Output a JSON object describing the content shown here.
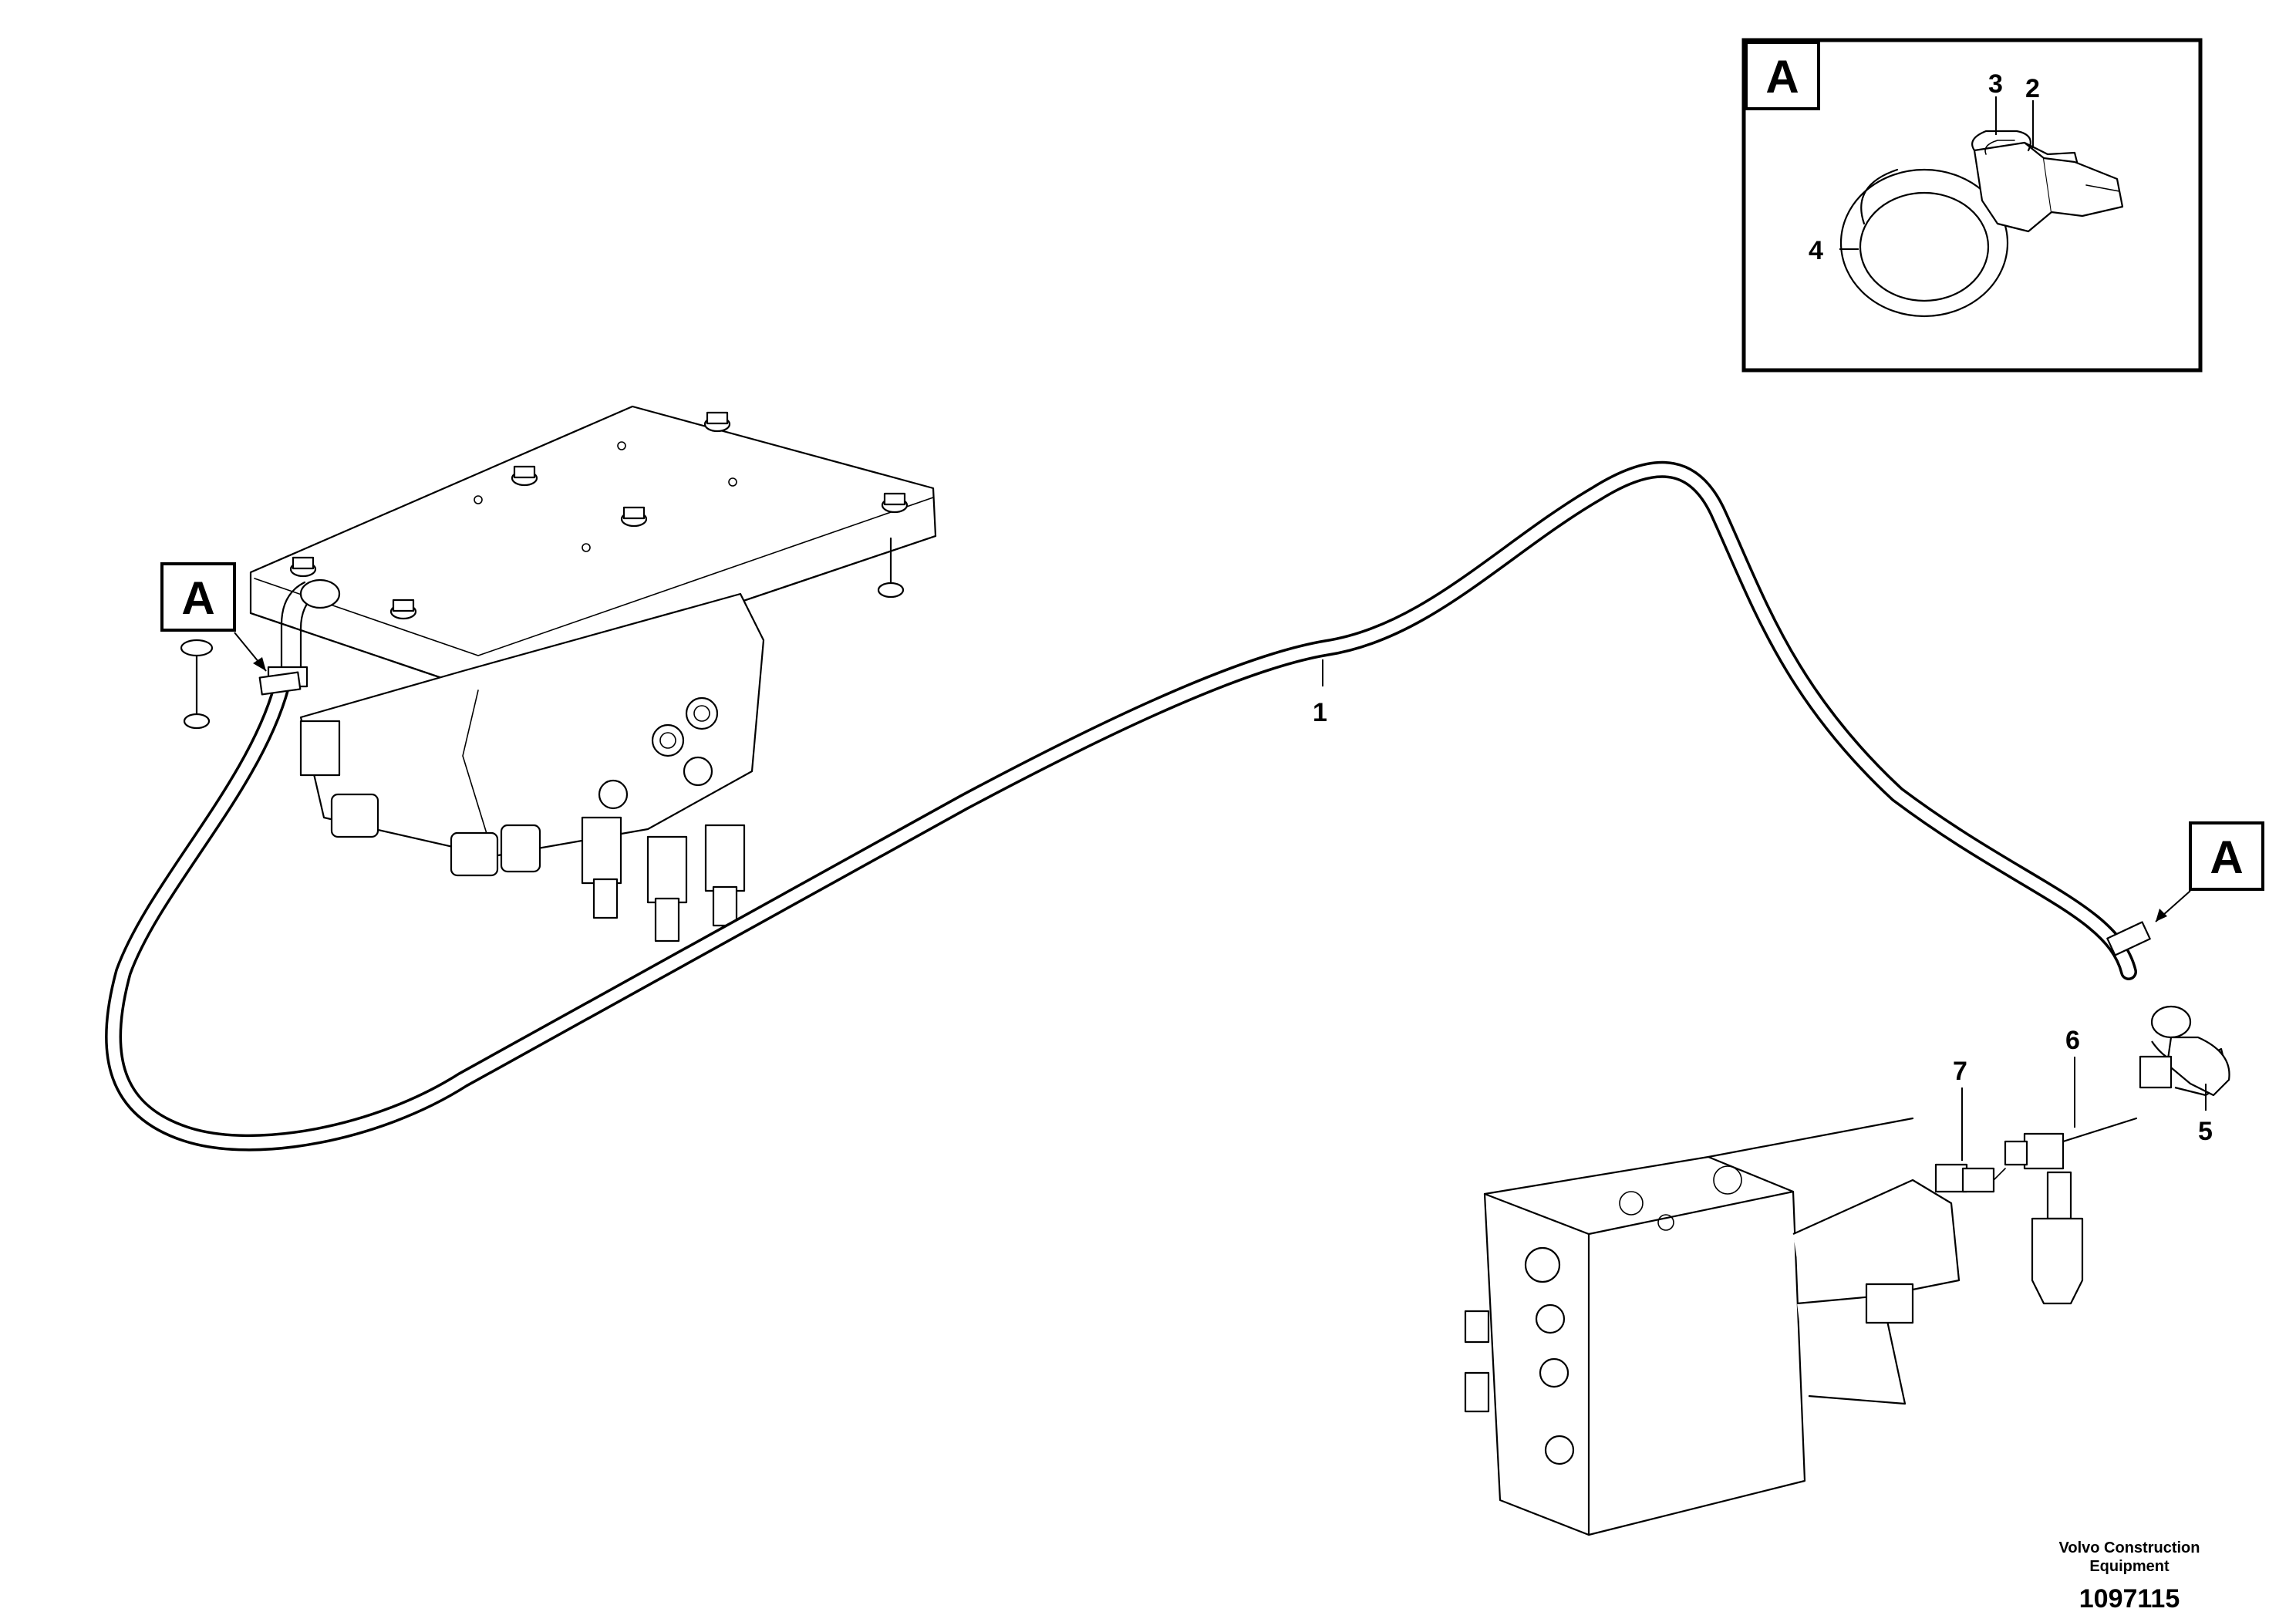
{
  "detail": {
    "tag": "A"
  },
  "view_tags": [
    "A",
    "A"
  ],
  "callouts": [
    "1",
    "2",
    "3",
    "4",
    "5",
    "6",
    "7"
  ],
  "credit": {
    "brand_line1": "Volvo Construction",
    "brand_line2": "Equipment",
    "drawing_number": "1097115"
  }
}
